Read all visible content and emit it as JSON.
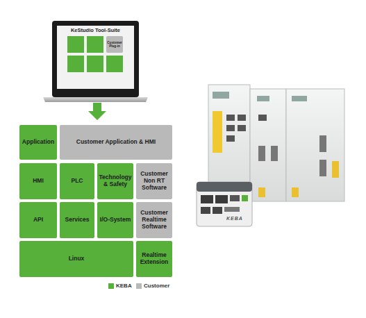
{
  "diagram": {
    "nodes": [
      {
        "text": [
          "KeStudio Tool-Suite"
        ]
      },
      {
        "text": [
          "Customer Plug-in"
        ],
        "in": 0
      },
      {
        "text": [
          "Application"
        ]
      },
      {
        "text": [
          "Customer Application & HMI"
        ]
      },
      {
        "text": [
          "HMI"
        ]
      },
      {
        "text": [
          "PLC"
        ]
      },
      {
        "text": [
          "Technology & Safety"
        ]
      },
      {
        "text": [
          "Customer Non RT Software"
        ]
      },
      {
        "text": [
          "API"
        ]
      },
      {
        "text": [
          "Services"
        ]
      },
      {
        "text": [
          "I/O-System"
        ]
      },
      {
        "text": [
          "Customer Realtime Software"
        ]
      },
      {
        "text": [
          "Linux"
        ]
      },
      {
        "text": [
          "Realtime Extension"
        ]
      }
    ],
    "labels": [
      "KEBA"
    ],
    "legend": [
      {
        "text": "KEBA",
        "color": "#56b03a"
      },
      {
        "text": "Customer",
        "color": "#b9b9b9"
      }
    ]
  }
}
